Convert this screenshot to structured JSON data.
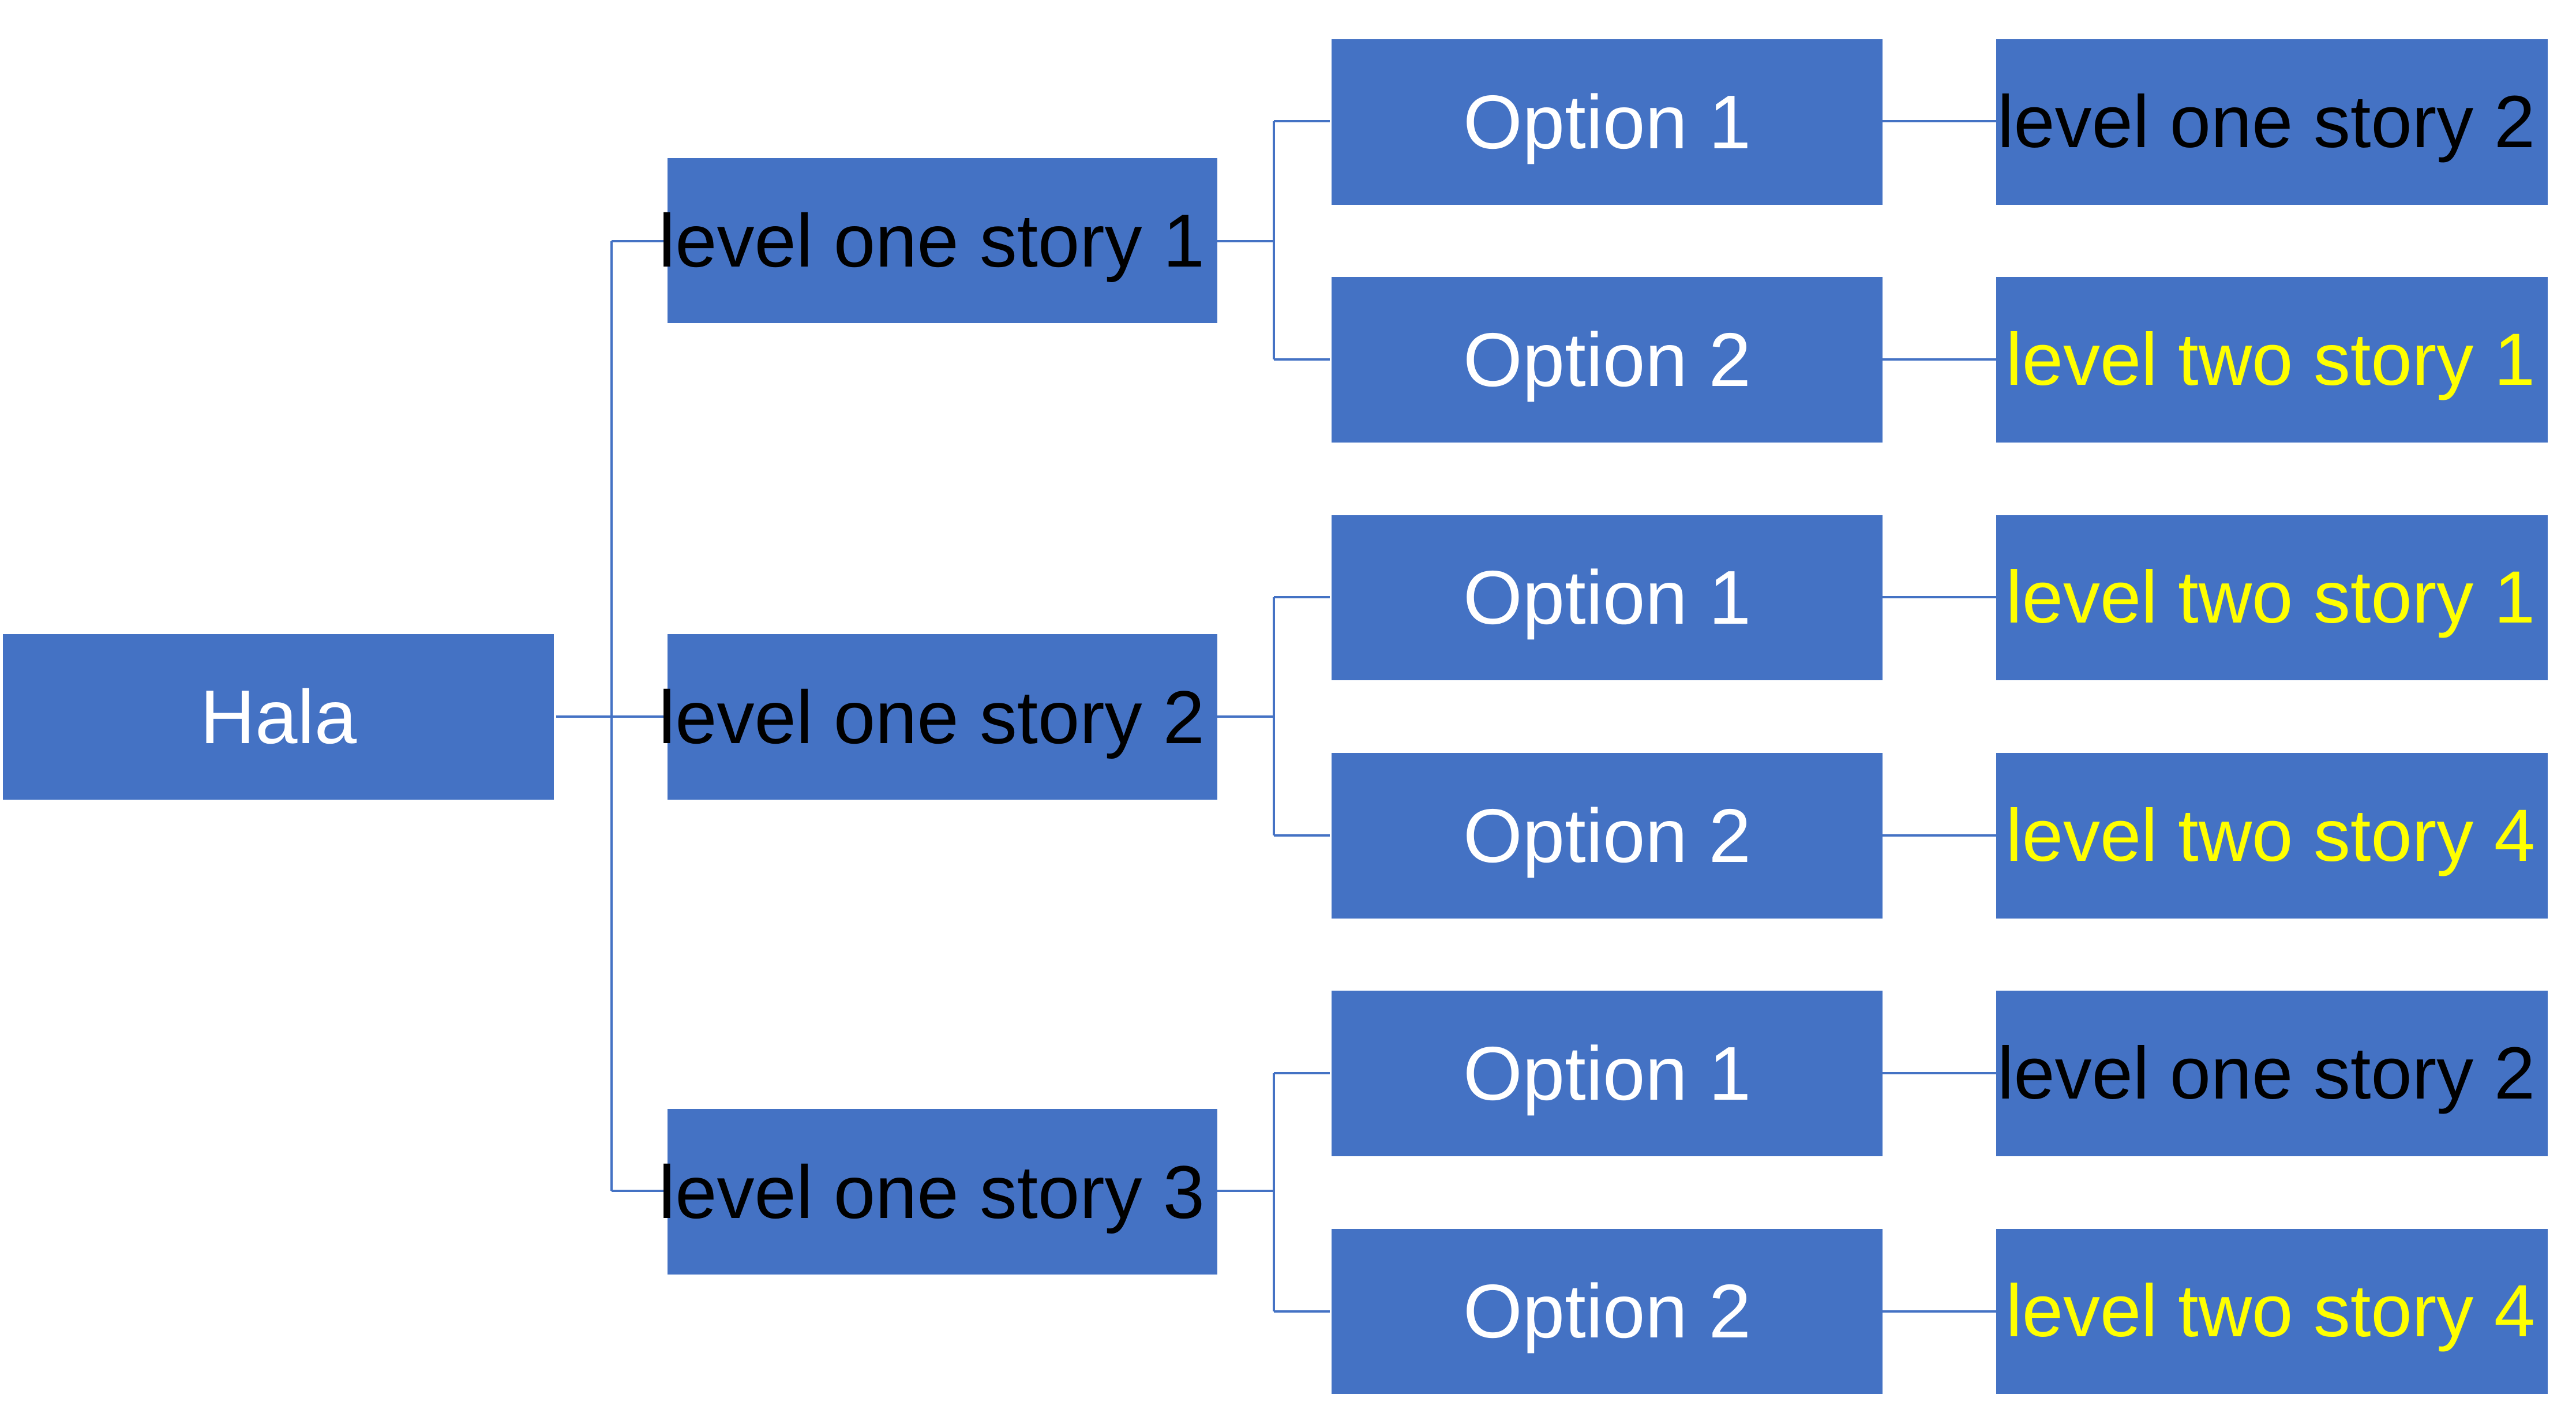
{
  "colors": {
    "node_fill": "#4472C4",
    "connector": "#4472C4",
    "text_light": "#FFFFFF",
    "text_dark": "#000000",
    "text_yellow": "#FFFF00"
  },
  "root": {
    "label": "Hala",
    "text_color": "#FFFFFF"
  },
  "stories": [
    {
      "label": "level one story 1",
      "text_color": "#000000",
      "options": [
        {
          "label": "Option 1",
          "text_color": "#FFFFFF",
          "result": {
            "label": "level one story 2",
            "text_color": "#000000"
          }
        },
        {
          "label": "Option 2",
          "text_color": "#FFFFFF",
          "result": {
            "label": "level two story 1",
            "text_color": "#FFFF00"
          }
        }
      ]
    },
    {
      "label": "level one story 2",
      "text_color": "#000000",
      "options": [
        {
          "label": "Option 1",
          "text_color": "#FFFFFF",
          "result": {
            "label": "level two story 1",
            "text_color": "#FFFF00"
          }
        },
        {
          "label": "Option 2",
          "text_color": "#FFFFFF",
          "result": {
            "label": "level two story 4",
            "text_color": "#FFFF00"
          }
        }
      ]
    },
    {
      "label": "level one story 3",
      "text_color": "#000000",
      "options": [
        {
          "label": "Option 1",
          "text_color": "#FFFFFF",
          "result": {
            "label": "level one story 2",
            "text_color": "#000000"
          }
        },
        {
          "label": "Option 2",
          "text_color": "#FFFFFF",
          "result": {
            "label": "level two story 4",
            "text_color": "#FFFF00"
          }
        }
      ]
    }
  ]
}
